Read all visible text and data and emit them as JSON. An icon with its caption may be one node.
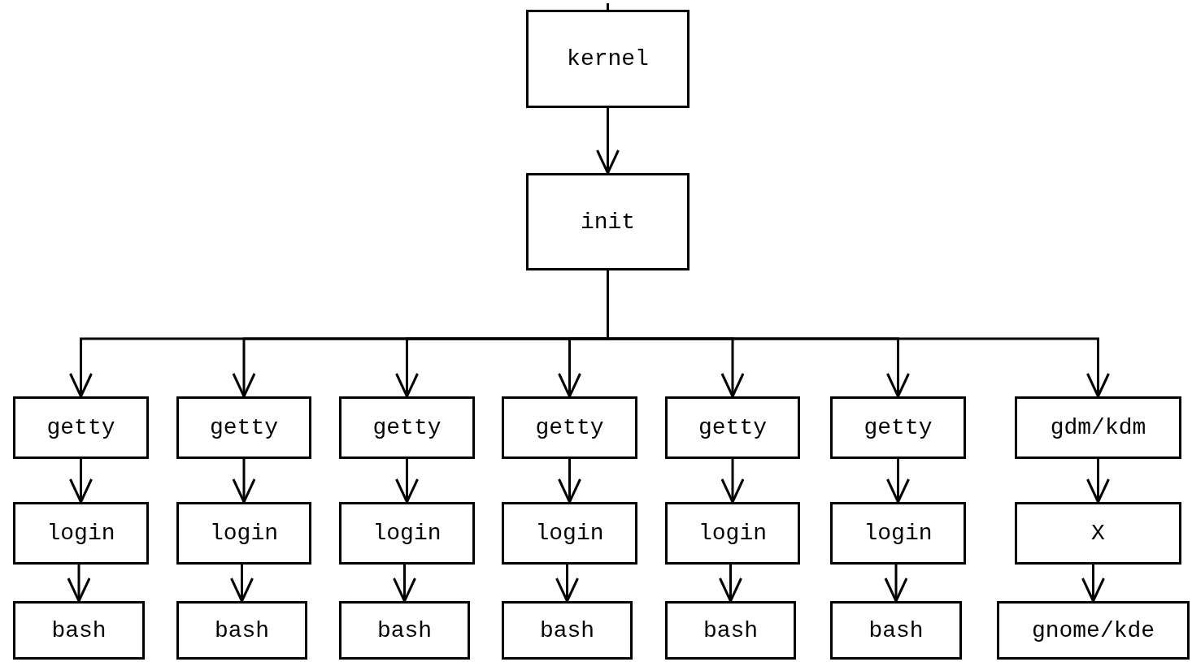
{
  "diagram": {
    "nodes": [
      {
        "text": [
          "kernel"
        ]
      },
      {
        "text": [
          "init"
        ]
      },
      {
        "text": [
          "getty"
        ]
      },
      {
        "text": [
          "getty"
        ]
      },
      {
        "text": [
          "getty"
        ]
      },
      {
        "text": [
          "getty"
        ]
      },
      {
        "text": [
          "getty"
        ]
      },
      {
        "text": [
          "getty"
        ]
      },
      {
        "text": [
          "gdm/kdm"
        ]
      },
      {
        "text": [
          "login"
        ]
      },
      {
        "text": [
          "login"
        ]
      },
      {
        "text": [
          "login"
        ]
      },
      {
        "text": [
          "login"
        ]
      },
      {
        "text": [
          "login"
        ]
      },
      {
        "text": [
          "login"
        ]
      },
      {
        "text": [
          "X"
        ]
      },
      {
        "text": [
          "bash"
        ]
      },
      {
        "text": [
          "bash"
        ]
      },
      {
        "text": [
          "bash"
        ]
      },
      {
        "text": [
          "bash"
        ]
      },
      {
        "text": [
          "bash"
        ]
      },
      {
        "text": [
          "bash"
        ]
      },
      {
        "text": [
          "gnome/kde"
        ]
      }
    ],
    "edges": [
      {
        "from": null,
        "to": 0,
        "arrow": "none"
      },
      {
        "from": 0,
        "to": 1,
        "arrow": "to"
      },
      {
        "from": 1,
        "to": 2,
        "arrow": "to"
      },
      {
        "from": 1,
        "to": 3,
        "arrow": "to"
      },
      {
        "from": 1,
        "to": 4,
        "arrow": "to"
      },
      {
        "from": 1,
        "to": 5,
        "arrow": "to"
      },
      {
        "from": 1,
        "to": 6,
        "arrow": "to"
      },
      {
        "from": 1,
        "to": 7,
        "arrow": "to"
      },
      {
        "from": 1,
        "to": 8,
        "arrow": "to"
      },
      {
        "from": 2,
        "to": 9,
        "arrow": "to"
      },
      {
        "from": 3,
        "to": 10,
        "arrow": "to"
      },
      {
        "from": 4,
        "to": 11,
        "arrow": "to"
      },
      {
        "from": 5,
        "to": 12,
        "arrow": "to"
      },
      {
        "from": 6,
        "to": 13,
        "arrow": "to"
      },
      {
        "from": 7,
        "to": 14,
        "arrow": "to"
      },
      {
        "from": 8,
        "to": 15,
        "arrow": "to"
      },
      {
        "from": 9,
        "to": 16,
        "arrow": "to"
      },
      {
        "from": 10,
        "to": 17,
        "arrow": "to"
      },
      {
        "from": 11,
        "to": 18,
        "arrow": "to"
      },
      {
        "from": 12,
        "to": 19,
        "arrow": "to"
      },
      {
        "from": 13,
        "to": 20,
        "arrow": "to"
      },
      {
        "from": 14,
        "to": 21,
        "arrow": "to"
      },
      {
        "from": 15,
        "to": 22,
        "arrow": "to"
      }
    ]
  }
}
